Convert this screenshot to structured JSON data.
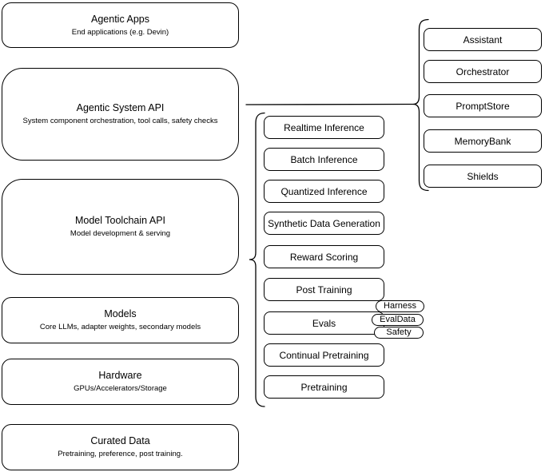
{
  "left_stack": [
    {
      "title": "Agentic Apps",
      "subtitle": "End applications (e.g. Devin)"
    },
    {
      "title": "Agentic System API",
      "subtitle": "System component orchestration, tool calls, safety checks"
    },
    {
      "title": "Model Toolchain API",
      "subtitle": "Model development & serving"
    },
    {
      "title": "Models",
      "subtitle": "Core LLMs, adapter weights, secondary models"
    },
    {
      "title": "Hardware",
      "subtitle": "GPUs/Accelerators/Storage"
    },
    {
      "title": "Curated Data",
      "subtitle": "Pretraining, preference, post training."
    }
  ],
  "toolchain_items": [
    "Realtime Inference",
    "Batch Inference",
    "Quantized Inference",
    "Synthetic Data Generation",
    "Reward Scoring",
    "Post Training",
    "Evals",
    "Continual Pretraining",
    "Pretraining"
  ],
  "eval_tags": [
    "Harness",
    "EvalData",
    "Safety"
  ],
  "system_components": [
    "Assistant",
    "Orchestrator",
    "PromptStore",
    "MemoryBank",
    "Shields"
  ],
  "colors": {
    "stroke": "#000000",
    "fill": "#ffffff",
    "text": "#000000",
    "background": "#ffffff"
  }
}
